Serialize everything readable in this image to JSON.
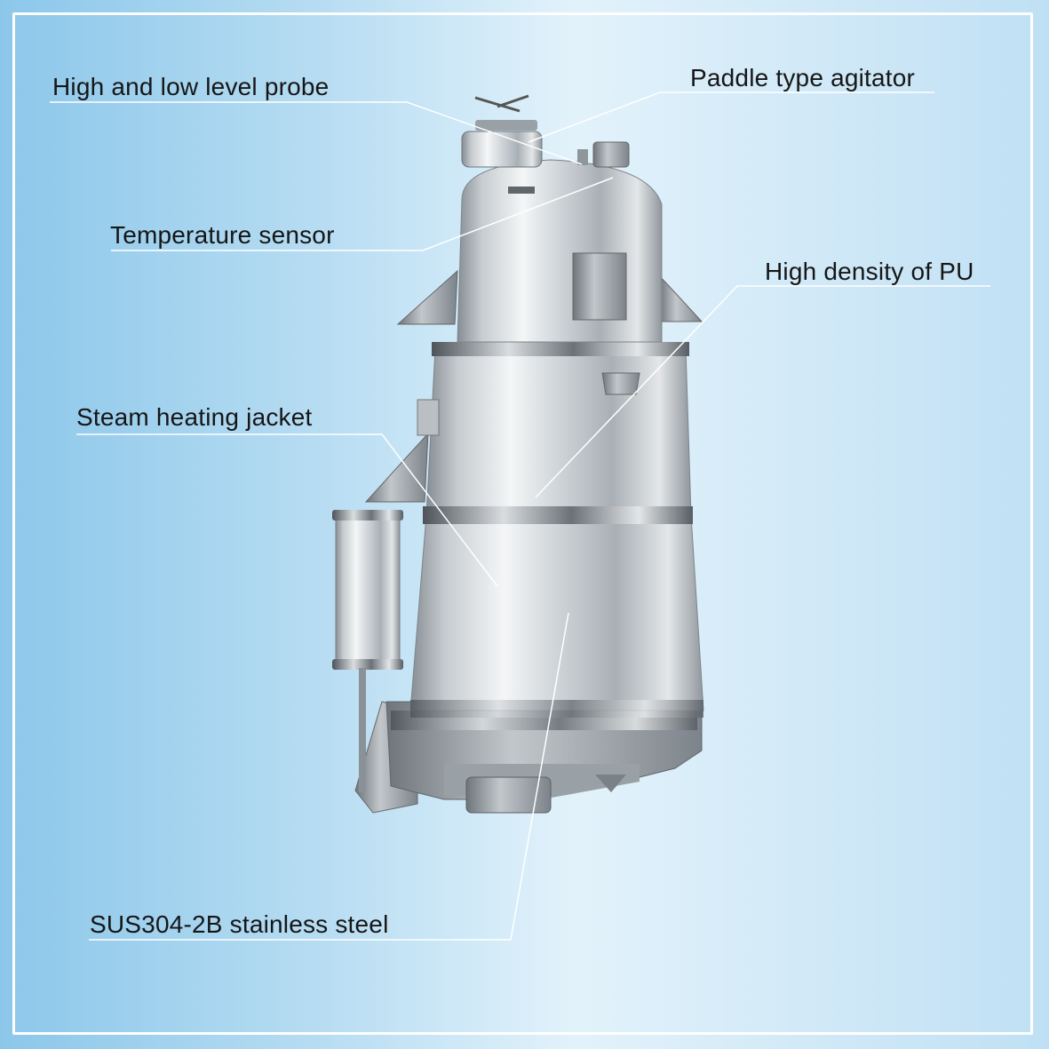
{
  "labels": {
    "level_probe": "High and low level probe",
    "agitator": "Paddle type agitator",
    "temperature_sensor": "Temperature sensor",
    "pu_density": "High density of PU",
    "heating_jacket": "Steam heating jacket",
    "stainless_steel": "SUS304-2B stainless steel"
  },
  "colors": {
    "background_left": "#8cc7ea",
    "background_center": "#e2f2fb",
    "frame": "#ffffff",
    "leader_line": "#ffffff",
    "steel_light": "#f4f6f7",
    "steel_dark": "#7e858b"
  }
}
